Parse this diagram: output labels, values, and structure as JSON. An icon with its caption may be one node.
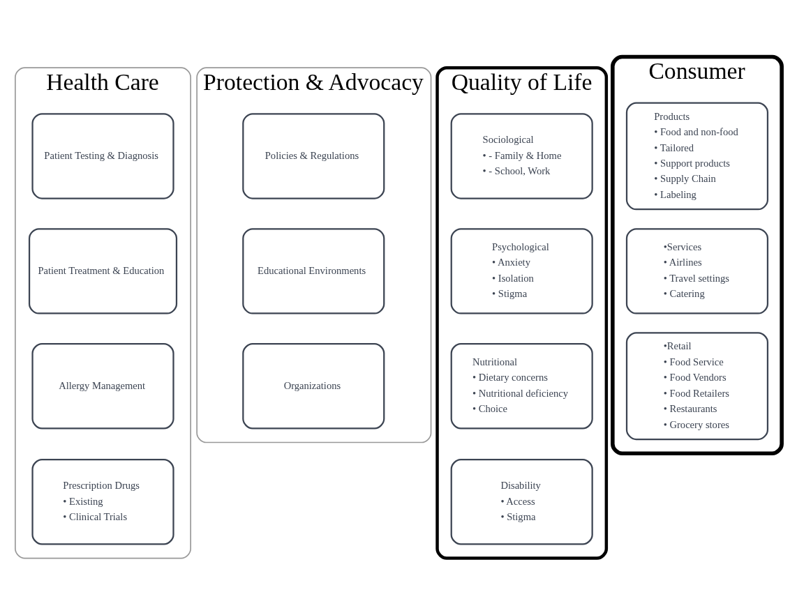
{
  "diagram": {
    "nodes": [
      {
        "text": [
          "Health Care"
        ]
      },
      {
        "text": [
          "Patient Testing & Diagnosis"
        ],
        "in": 0
      },
      {
        "text": [
          "Patient Treatment & Education"
        ],
        "in": 0
      },
      {
        "text": [
          "Allergy Management"
        ],
        "in": 0
      },
      {
        "text": [
          "Prescription Drugs",
          "• Existing",
          "• Clinical Trials"
        ],
        "in": 0
      },
      {
        "text": [
          "Protection & Advocacy"
        ]
      },
      {
        "text": [
          "Policies & Regulations"
        ],
        "in": 5
      },
      {
        "text": [
          "Educational Environments"
        ],
        "in": 5
      },
      {
        "text": [
          "Organizations"
        ],
        "in": 5
      },
      {
        "text": [
          "Quality of Life"
        ]
      },
      {
        "text": [
          "Sociological",
          "• - Family & Home",
          "• - School, Work"
        ],
        "in": 9
      },
      {
        "text": [
          "Psychological",
          "• Anxiety",
          "• Isolation",
          "• Stigma"
        ],
        "in": 9
      },
      {
        "text": [
          "Nutritional",
          "• Dietary concerns",
          "• Nutritional deficiency",
          "• Choice"
        ],
        "in": 9
      },
      {
        "text": [
          "Disability",
          "• Access",
          "• Stigma"
        ],
        "in": 9
      },
      {
        "text": [
          "Consumer"
        ]
      },
      {
        "text": [
          "Products",
          "• Food and non-food",
          "• Tailored",
          "• Support products",
          "• Supply Chain",
          "• Labeling"
        ],
        "in": 14
      },
      {
        "text": [
          "•Services",
          "• Airlines",
          "• Travel settings",
          "• Catering"
        ],
        "in": 14
      },
      {
        "text": [
          "•Retail",
          "• Food Service",
          "• Food Vendors",
          "• Food Retailers",
          "• Restaurants",
          "• Grocery stores"
        ],
        "in": 14
      }
    ]
  }
}
